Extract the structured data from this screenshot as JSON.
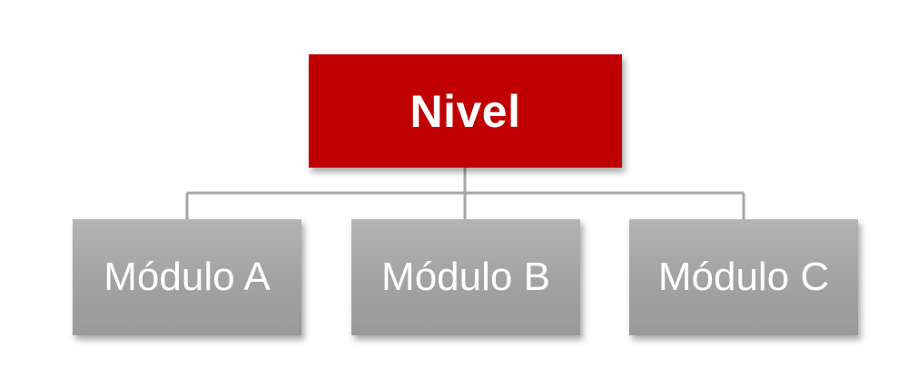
{
  "root": {
    "label": "Nivel",
    "color": "#c00000"
  },
  "children": [
    {
      "label": "Módulo A"
    },
    {
      "label": "Módulo B"
    },
    {
      "label": "Módulo C"
    }
  ],
  "colors": {
    "child_fill": "#a6a6a6",
    "connector": "#a6a6a6",
    "text": "#ffffff"
  }
}
